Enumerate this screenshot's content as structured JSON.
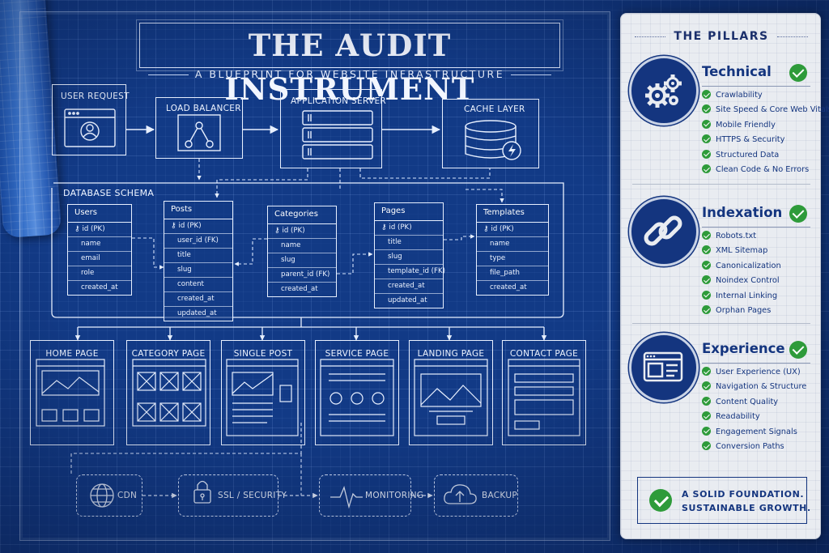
{
  "header": {
    "title": "THE AUDIT INSTRUMENT",
    "subtitle": "A BLUEPRINT FOR WEBSITE INFRASTRUCTURE"
  },
  "flow": {
    "user_request": "USER REQUEST",
    "load_balancer": "LOAD BALANCER",
    "application_server": "APPLICATION SERVER",
    "cache_layer": "CACHE LAYER"
  },
  "schema": {
    "title": "DATABASE SCHEMA",
    "tables": [
      {
        "name": "Users",
        "fields": [
          "id (PK)",
          "name",
          "email",
          "role",
          "created_at"
        ]
      },
      {
        "name": "Posts",
        "fields": [
          "id (PK)",
          "user_id (FK)",
          "title",
          "slug",
          "content",
          "created_at",
          "updated_at"
        ]
      },
      {
        "name": "Categories",
        "fields": [
          "id (PK)",
          "name",
          "slug",
          "parent_id (FK)",
          "created_at"
        ]
      },
      {
        "name": "Pages",
        "fields": [
          "id (PK)",
          "title",
          "slug",
          "template_id (FK)",
          "created_at",
          "updated_at"
        ]
      },
      {
        "name": "Templates",
        "fields": [
          "id (PK)",
          "name",
          "type",
          "file_path",
          "created_at"
        ]
      }
    ]
  },
  "page_types": [
    "HOME PAGE",
    "CATEGORY PAGE",
    "SINGLE POST",
    "SERVICE PAGE",
    "LANDING PAGE",
    "CONTACT PAGE"
  ],
  "services": [
    "CDN",
    "SSL / SECURITY",
    "MONITORING",
    "BACKUP"
  ],
  "panel": {
    "heading": "THE PILLARS",
    "pillars": [
      {
        "title": "Technical",
        "icon": "gears-icon",
        "items": [
          "Crawlability",
          "Site Speed & Core Web Vitals",
          "Mobile Friendly",
          "HTTPS & Security",
          "Structured Data",
          "Clean Code & No Errors"
        ]
      },
      {
        "title": "Indexation",
        "icon": "chain-link-icon",
        "items": [
          "Robots.txt",
          "XML Sitemap",
          "Canonicalization",
          "Noindex Control",
          "Internal Linking",
          "Orphan Pages"
        ]
      },
      {
        "title": "Experience",
        "icon": "browser-window-icon",
        "items": [
          "User Experience (UX)",
          "Navigation & Structure",
          "Content Quality",
          "Readability",
          "Engagement Signals",
          "Conversion Paths"
        ]
      }
    ],
    "foundation": [
      "A SOLID FOUNDATION.",
      "SUSTAINABLE GROWTH."
    ]
  },
  "colors": {
    "blueprint": "#123a86",
    "line": "#e8f0ff",
    "panel": "#e9ecf1",
    "navy": "#14357f",
    "check": "#2e9b3a"
  }
}
